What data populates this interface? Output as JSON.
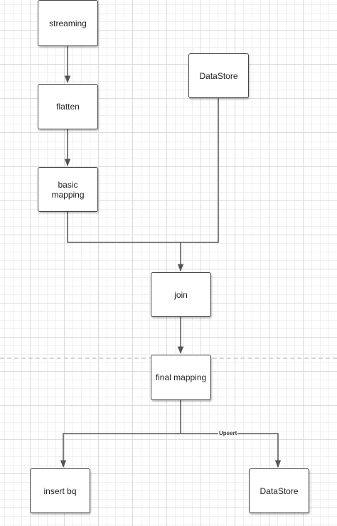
{
  "diagram": {
    "nodes": {
      "streaming": "streaming",
      "flatten": "flatten",
      "basic_mapping": "basic\nmapping",
      "datastore_source": "DataStore",
      "join": "join",
      "final_mapping": "final mapping",
      "insert_bq": "insert bq",
      "datastore_sink": "DataStore"
    },
    "edge_labels": {
      "upsert": "Upsert"
    },
    "colors": {
      "line": "#555555",
      "node_border": "#444444",
      "grid": "#dcdcdc"
    }
  }
}
